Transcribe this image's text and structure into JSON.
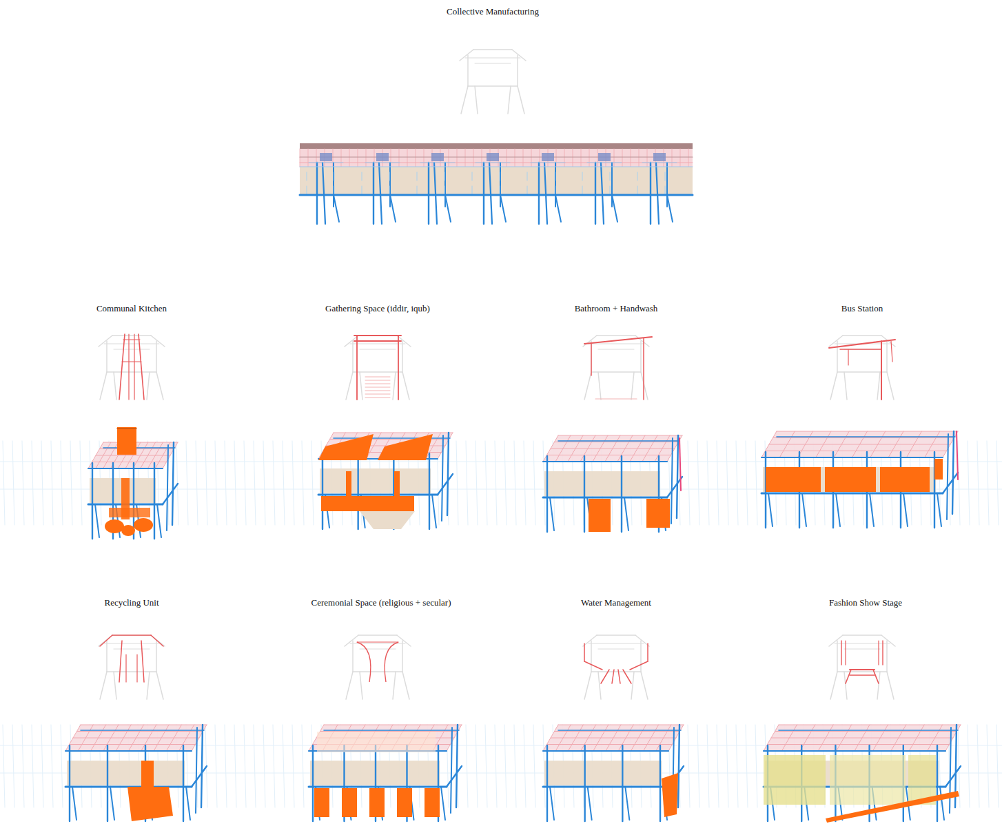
{
  "diagram": {
    "labels": [
      "Collective Manufacturing",
      "Communal Kitchen",
      "Gathering Space (iddir, iqub)",
      "Bathroom + Handwash",
      "Bus Station",
      "Recycling Unit",
      "Ceremonial Space (religious + secular)",
      "Water Management",
      "Fashion Show Stage"
    ]
  }
}
